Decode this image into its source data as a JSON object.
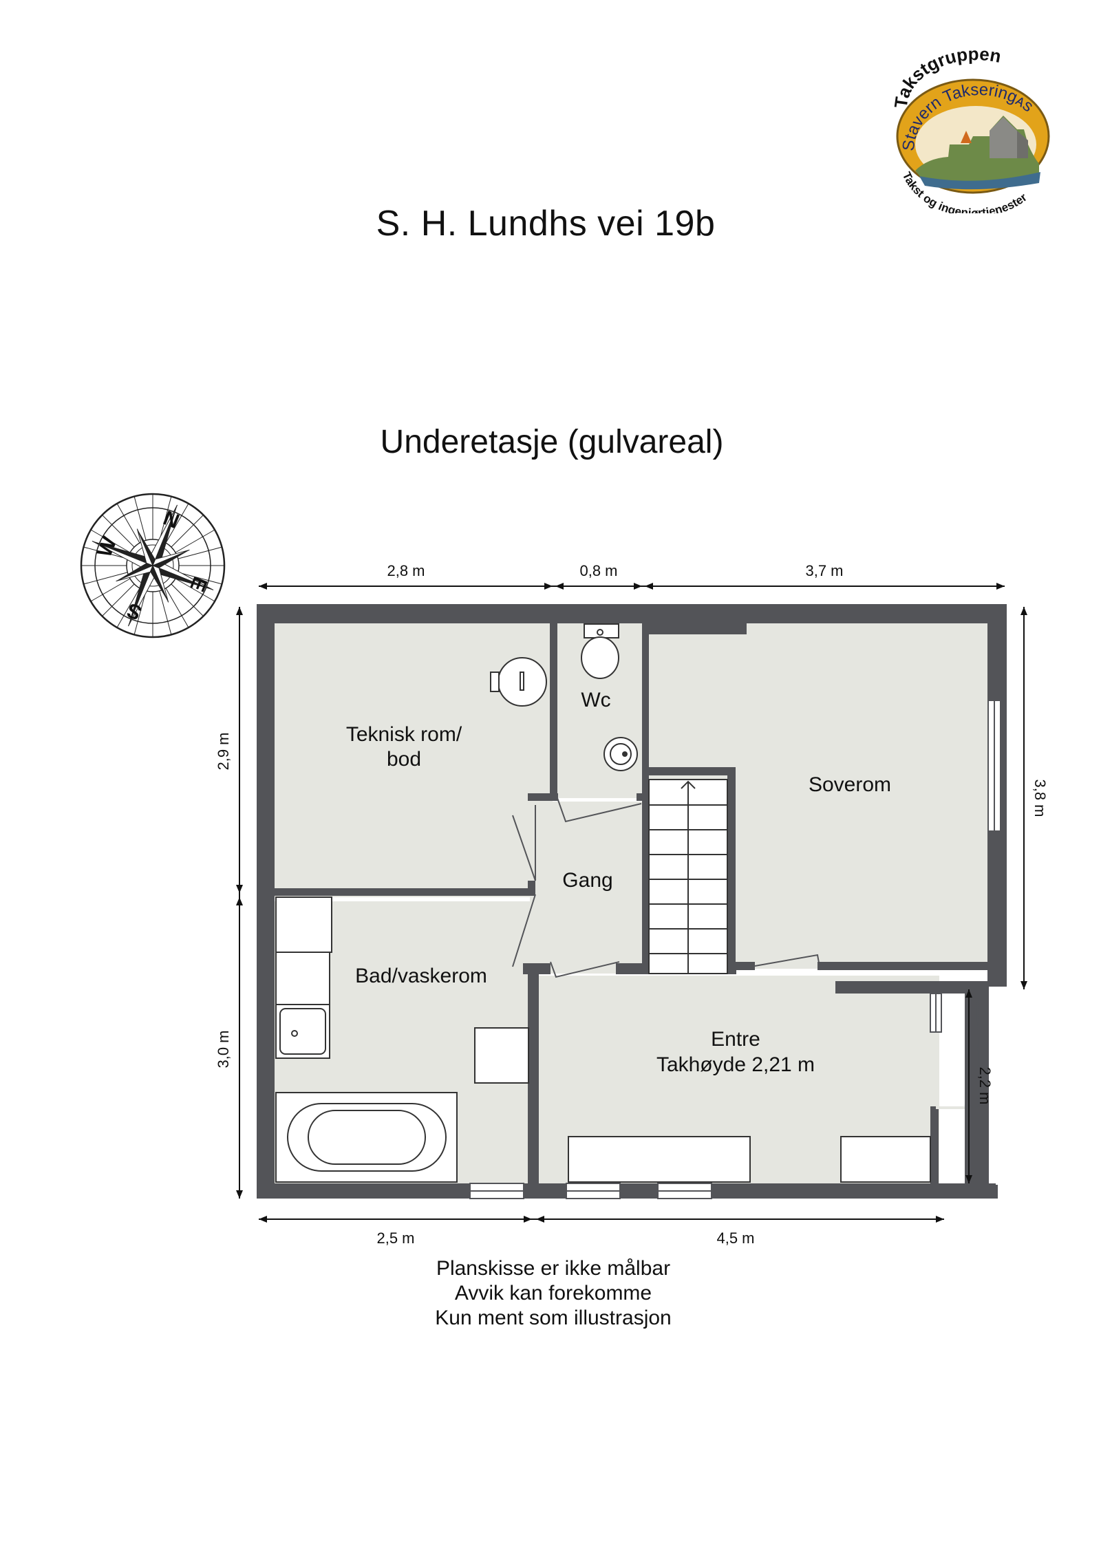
{
  "header": {
    "address": "S. H. Lundhs vei 19b",
    "floor_title": "Underetasje (gulvareal)"
  },
  "logo": {
    "top_text": "Takstgruppen",
    "main_text": "Stavern Takseringᴀs",
    "bottom_text": "Takst og ingeniørtjenester",
    "colors": {
      "ring": "#e2a31a",
      "ring_edge": "#7a5a14",
      "inner": "#f3e7c8",
      "water": "#3f6c8e"
    }
  },
  "compass": {
    "icon": "compass-rose-icon",
    "north": "N",
    "east": "E",
    "south": "S",
    "west": "W"
  },
  "rooms": {
    "teknisk": [
      "Teknisk rom/",
      "bod"
    ],
    "wc": "Wc",
    "soverom": "Soverom",
    "gang": "Gang",
    "bad": "Bad/vaskerom",
    "entre": [
      "Entre",
      "Takhøyde 2,21 m"
    ]
  },
  "dimensions": {
    "top_left": "2,8 m",
    "top_middle": "0,8 m",
    "top_right": "3,7 m",
    "left_upper": "2,9 m",
    "left_lower": "3,0 m",
    "right_upper": "3,8 m",
    "right_lower": "2,2 m",
    "bottom_left": "2,5 m",
    "bottom_right": "4,5 m"
  },
  "disclaimer": [
    "Planskisse er ikke målbar",
    "Avvik kan forekomme",
    "Kun ment som illustrasjon"
  ],
  "colors": {
    "wall": "#535458",
    "floor": "#e5e6e0",
    "fixture": "#ffffff",
    "dimension_line": "#111111"
  }
}
